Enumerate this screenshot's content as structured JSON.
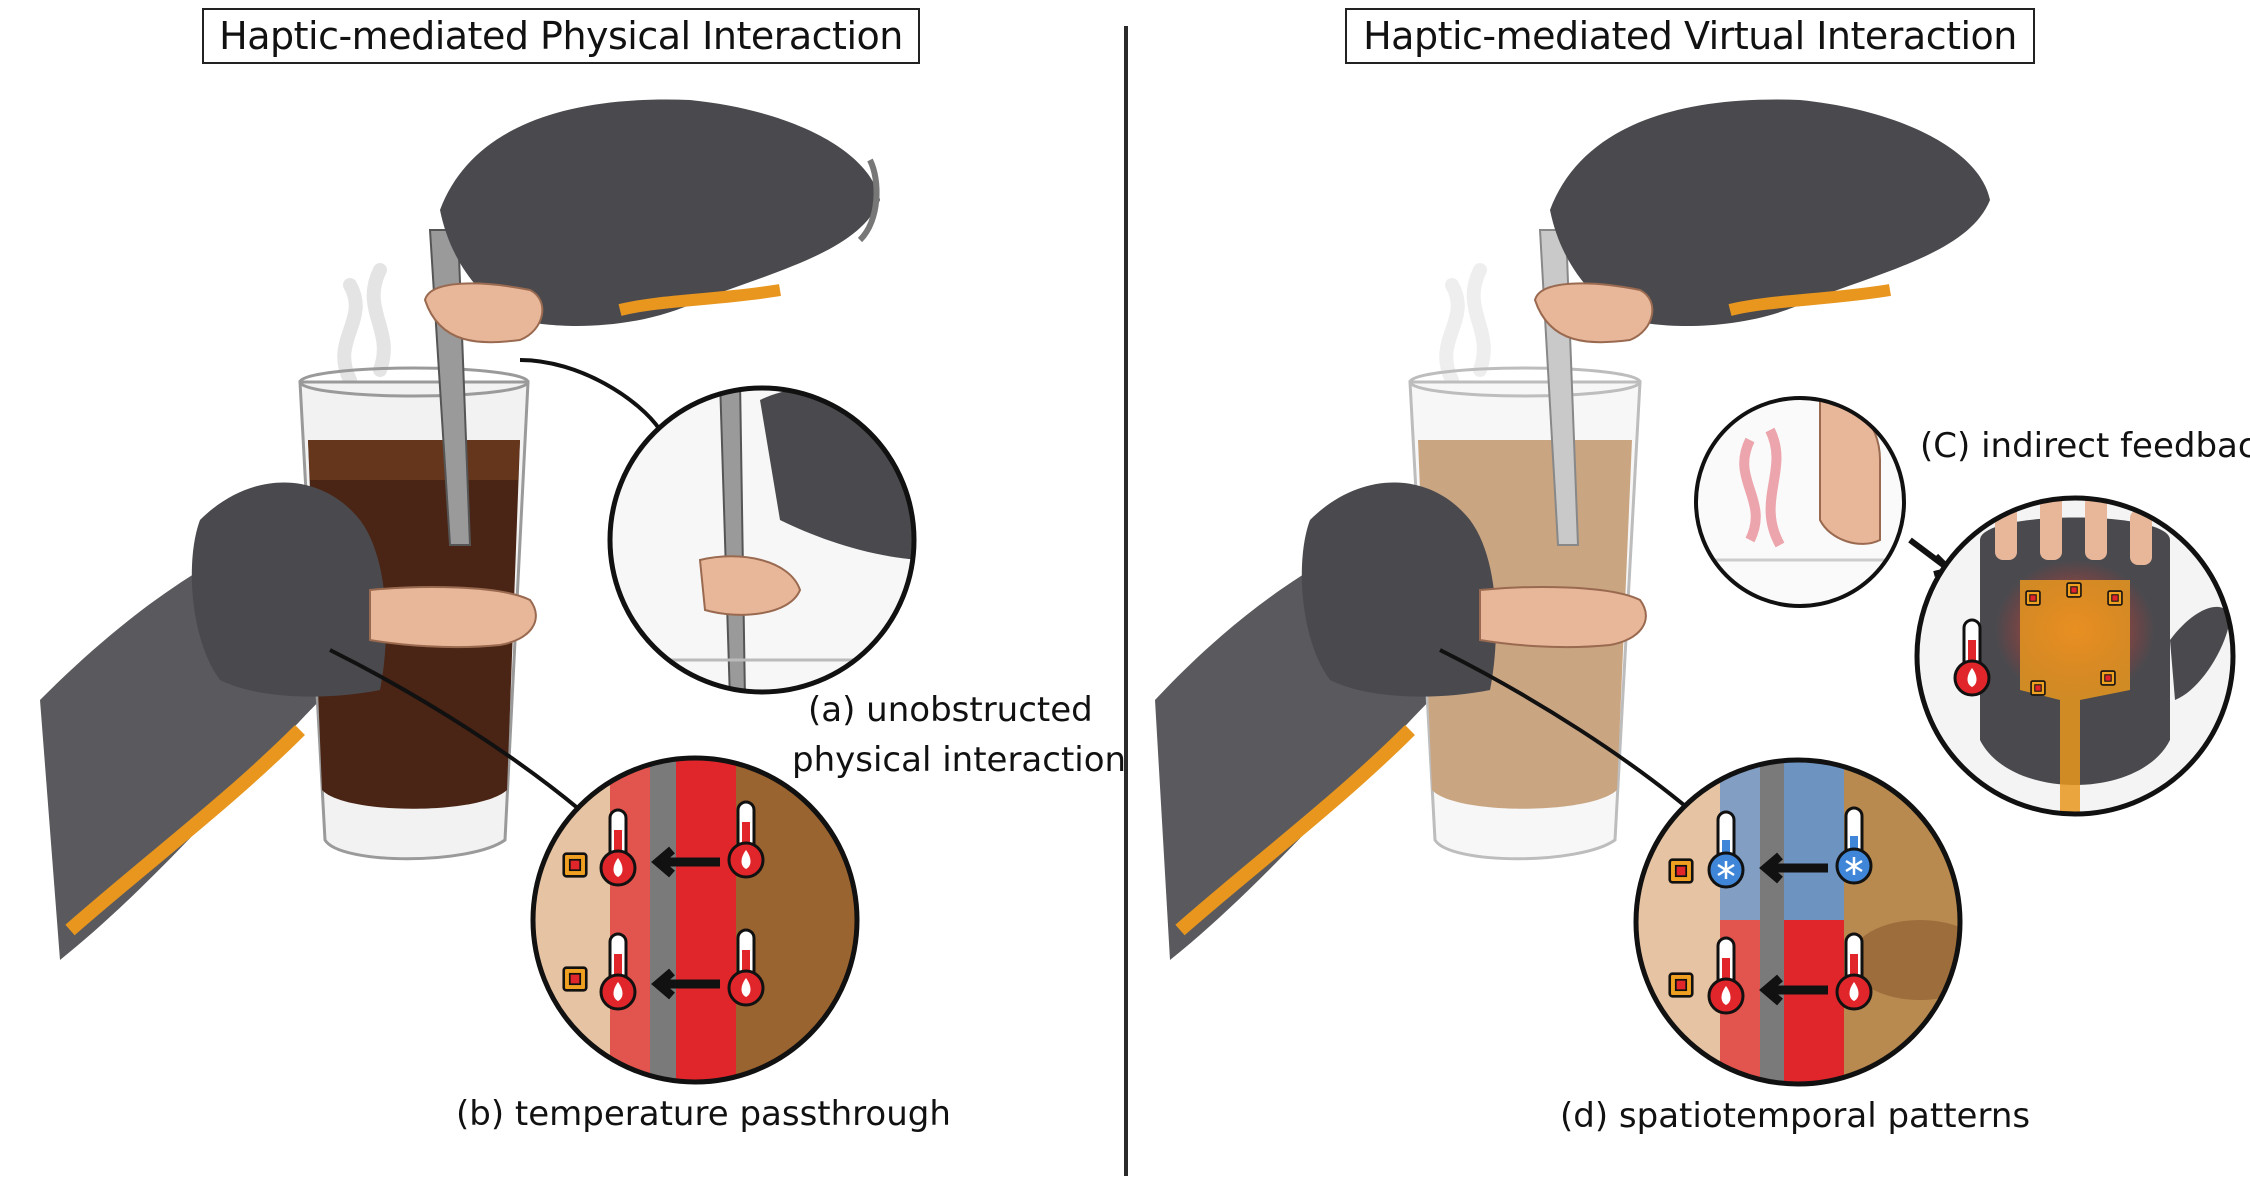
{
  "titles": {
    "left": "Haptic-mediated Physical Interaction",
    "right": "Haptic-mediated Virtual Interaction"
  },
  "captions": {
    "a_line1": "(a) unobstructed",
    "a_line2": "physical interaction",
    "b": "(b) temperature passthrough",
    "c": "(C) indirect feedback",
    "d": "(d) spatiotemporal patterns"
  },
  "colors": {
    "glove": "#4a4a4e",
    "skin": "#e8b79a",
    "drink_hot": "#4a2414",
    "drink_virtual": "#c9a582",
    "heat_red": "#e0262b",
    "cold_blue": "#3f86d8",
    "flex_orange": "#e8961e"
  },
  "icons": [
    "thermometer-flame-icon",
    "thermometer-snowflake-icon",
    "heater-pad-icon",
    "arrow-left-icon"
  ]
}
